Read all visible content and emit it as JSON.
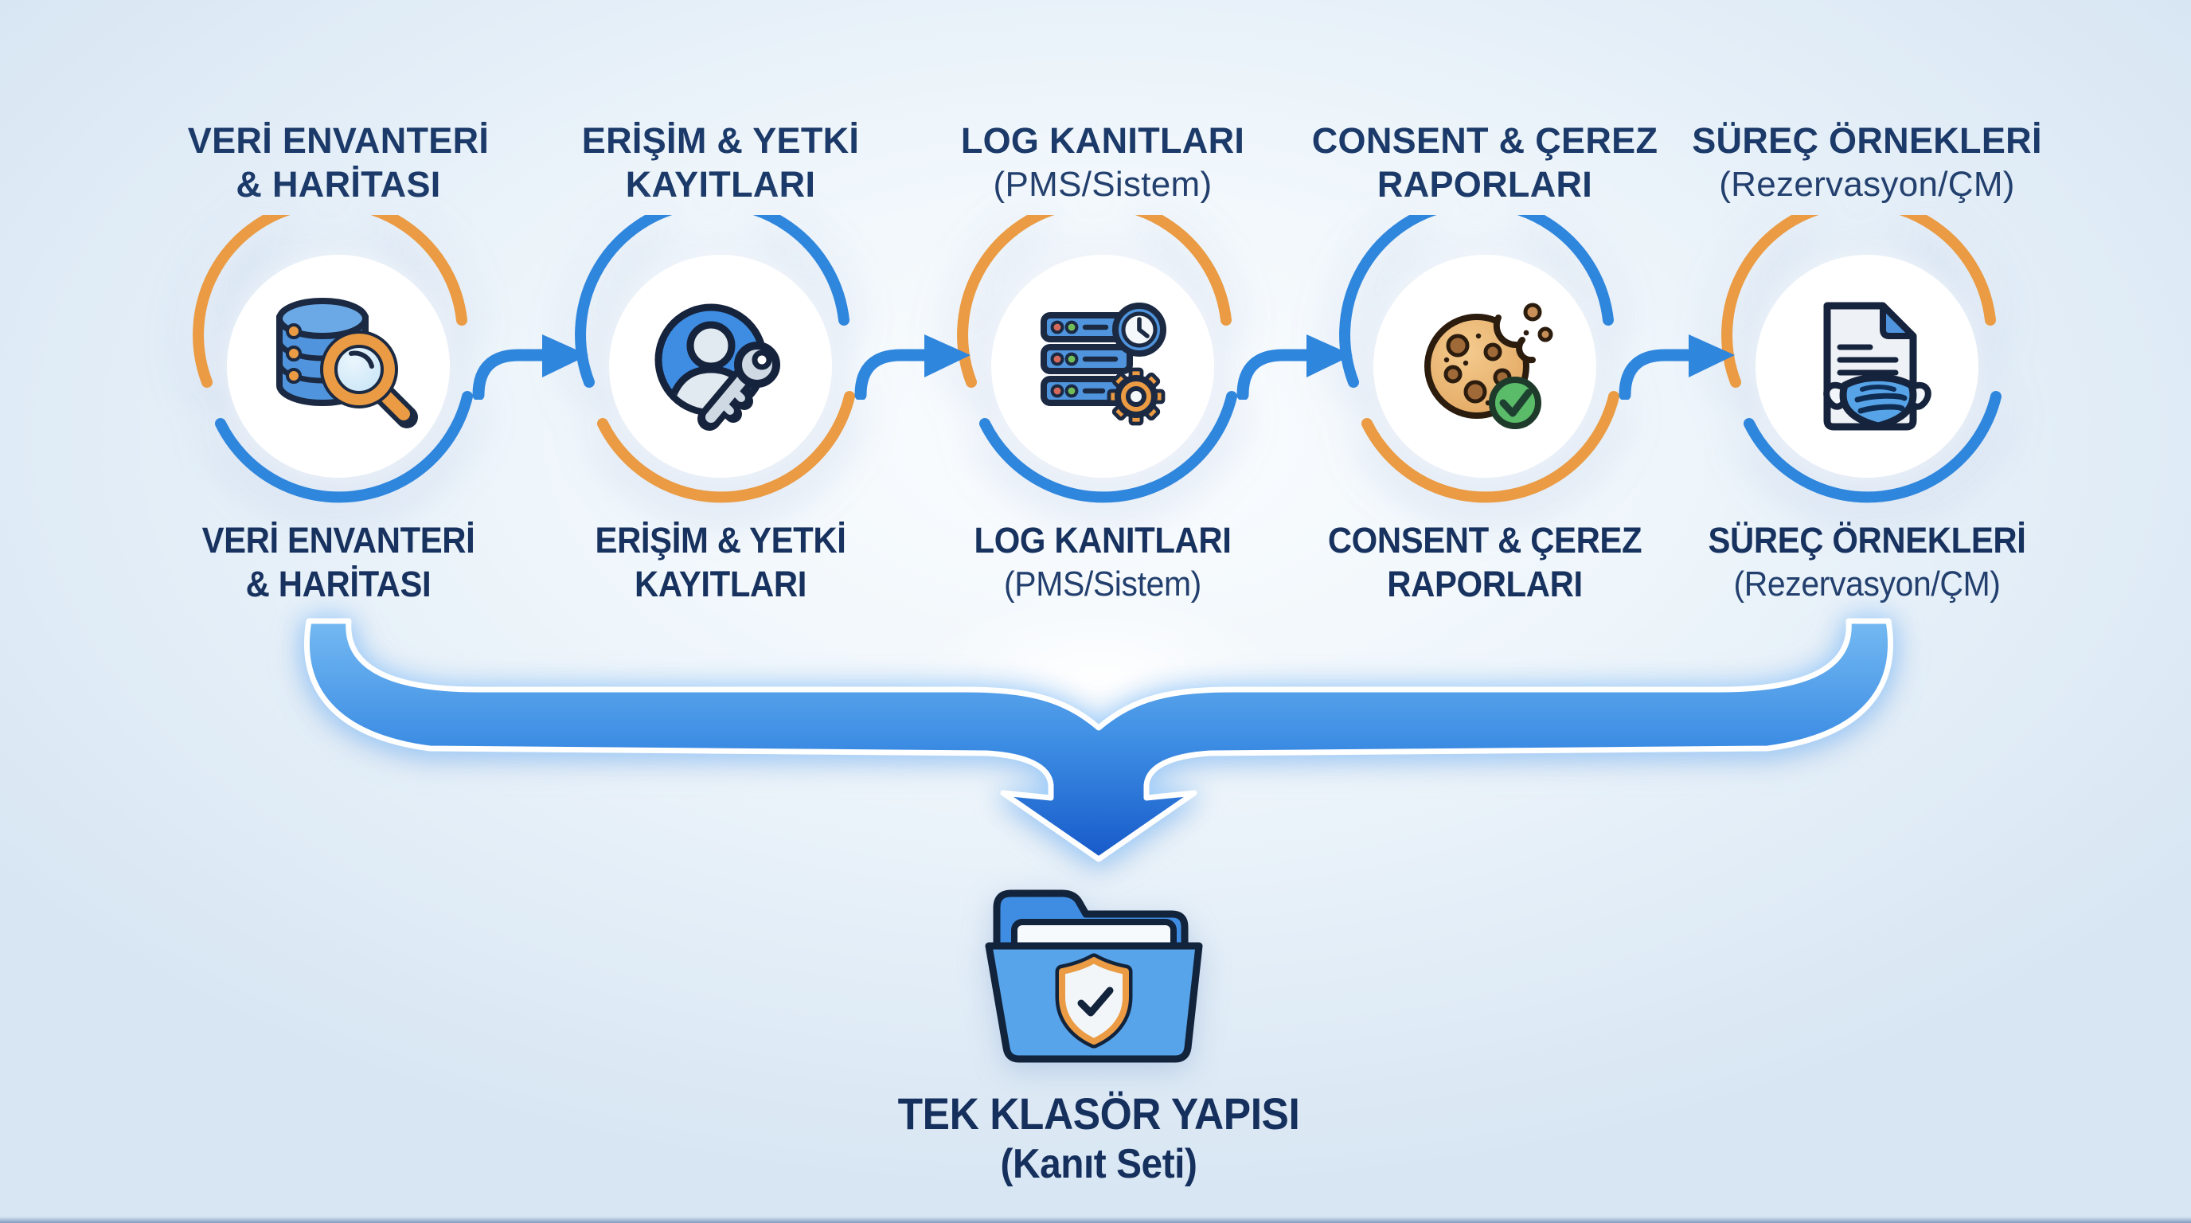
{
  "palette": {
    "label_navy": "#1c3a69",
    "ring_orange": "#ea9b43",
    "ring_blue": "#2f86dd",
    "arrow_blue": "#2f86dd",
    "funnel_blue_light": "#74b9f2",
    "funnel_blue_dark": "#1659c9",
    "folder_blue": "#58a4ea",
    "shield_orange": "#ea9b43",
    "check_green": "#5abb69",
    "background_light_blue": "#eff6fb"
  },
  "stages": [
    {
      "line1": "VERİ ENVANTERİ",
      "line2": "& HARİTASI",
      "icon": "database-search-icon"
    },
    {
      "line1": "ERİŞİM & YETKİ",
      "line2": "KAYITLARI",
      "icon": "user-key-icon"
    },
    {
      "line1": "LOG KANITLARI",
      "line2": "(PMS/Sistem)",
      "icon": "server-clock-gear-icon"
    },
    {
      "line1": "CONSENT & ÇEREZ",
      "line2": "RAPORLARI",
      "icon": "cookie-check-icon"
    },
    {
      "line1": "SÜREÇ ÖRNEKLERİ",
      "line2": "(Rezervasyon/ÇM)",
      "icon": "document-mask-icon"
    }
  ],
  "output": {
    "line1": "TEK KLASÖR YAPISI",
    "line2": "(Kanıt Seti)",
    "icon": "folder-shield-icon"
  }
}
